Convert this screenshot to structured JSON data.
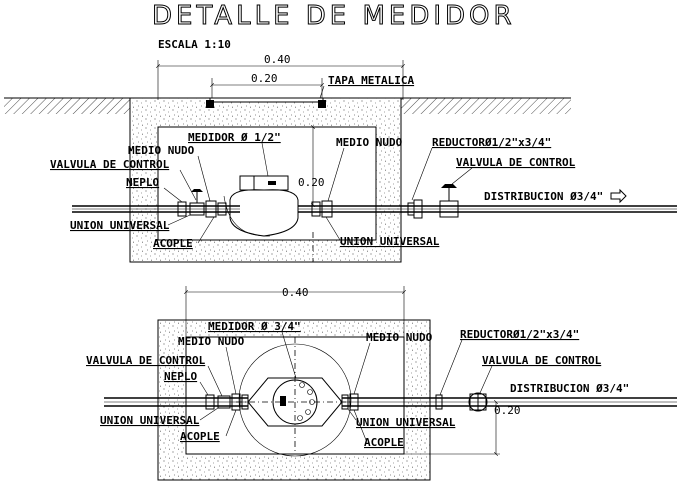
{
  "title": "DETALLE DE MEDIDOR",
  "scale": "ESCALA 1:10",
  "elevation": {
    "dim_width_outer": "0.40",
    "dim_width_inner": "0.20",
    "dim_height": "0.20",
    "labels": {
      "tapa": "TAPA METALICA",
      "medidor": "MEDIDOR Ø 1/2\"",
      "medio_nudo_left": "MEDIO NUDO",
      "medio_nudo_right": "MEDIO NUDO",
      "reductor": "REDUCTORØ1/2\"x3/4\"",
      "valvula_left": "VALVULA DE CONTROL",
      "valvula_right": "VALVULA DE CONTROL",
      "neplo": "NEPLO",
      "distribucion": "DISTRIBUCION Ø3/4\"",
      "union_left": "UNION UNIVERSAL",
      "union_right": "UNION UNIVERSAL",
      "acople": "ACOPLE"
    }
  },
  "plan": {
    "dim_width_outer": "0.40",
    "dim_height": "0.20",
    "labels": {
      "medidor": "MEDIDOR Ø 3/4\"",
      "medio_nudo_left": "MEDIO NUDO",
      "medio_nudo_right": "MEDIO NUDO",
      "reductor": "REDUCTORØ1/2\"x3/4\"",
      "valvula_left": "VALVULA DE CONTROL",
      "valvula_right": "VALVULA DE CONTROL",
      "neplo": "NEPLO",
      "distribucion": "DISTRIBUCION Ø3/4\"",
      "union_left": "UNION UNIVERSAL",
      "union_right": "UNION UNIVERSAL",
      "acople_left": "ACOPLE",
      "acople_right": "ACOPLE"
    }
  }
}
